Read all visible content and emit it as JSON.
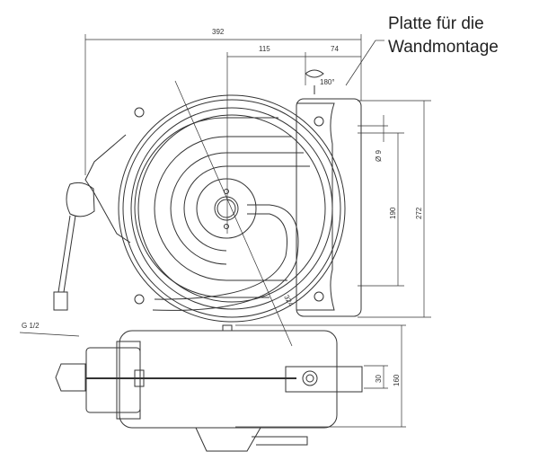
{
  "label": {
    "line1": "Platte für die",
    "line2": "Wandmontage"
  },
  "dimensions": {
    "width_total": "392",
    "offset_center": "115",
    "plate_offset": "74",
    "rotation": "180°",
    "hole_diameter": "Ø 9",
    "hole_spacing": "190",
    "plate_height": "272",
    "hose_radius": "324",
    "thread": "G 1/2",
    "depth_total": "160",
    "bracket_height": "30"
  }
}
